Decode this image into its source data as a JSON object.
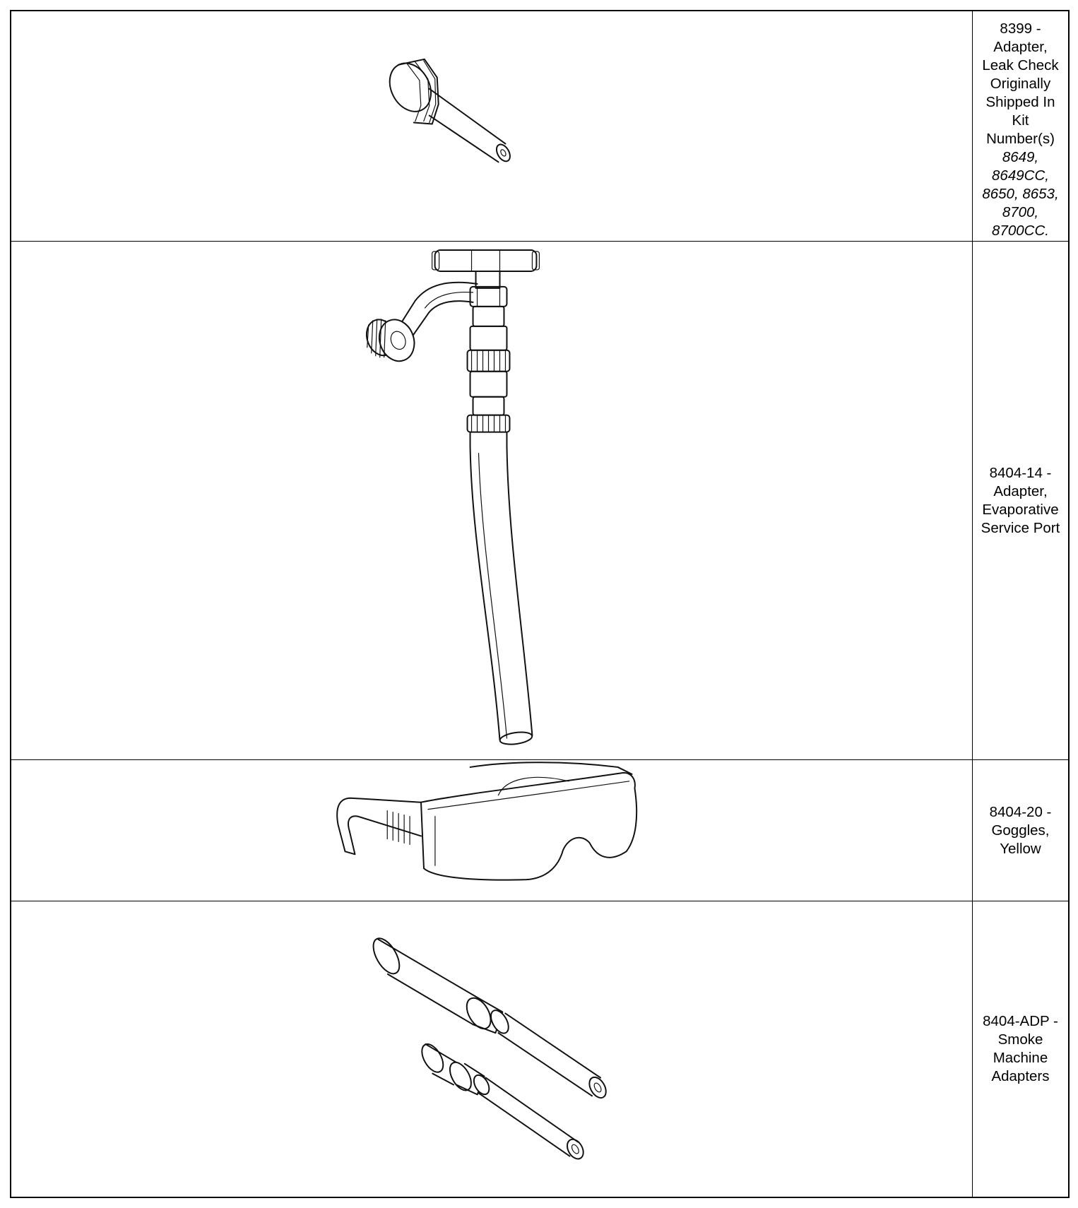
{
  "tools": [
    {
      "number": "8399 -",
      "name_lines": [
        "Adapter,",
        "Leak Check",
        "Originally",
        "Shipped In",
        "Kit",
        "Number(s)"
      ],
      "kit_lines": [
        "8649,",
        "8649CC,",
        "8650, 8653,",
        "8700,",
        "8700CC."
      ],
      "image": "leak-check-adapter"
    },
    {
      "number": "8404-14 -",
      "name_lines": [
        "Adapter,",
        "Evaporative",
        "Service Port"
      ],
      "kit_lines": [],
      "image": "evaporative-service-port-adapter"
    },
    {
      "number": "8404-20 -",
      "name_lines": [
        "Goggles,",
        "Yellow"
      ],
      "kit_lines": [],
      "image": "yellow-goggles"
    },
    {
      "number": "8404-ADP -",
      "name_lines": [
        "Smoke",
        "Machine",
        "Adapters"
      ],
      "kit_lines": [],
      "image": "smoke-machine-adapters"
    }
  ]
}
